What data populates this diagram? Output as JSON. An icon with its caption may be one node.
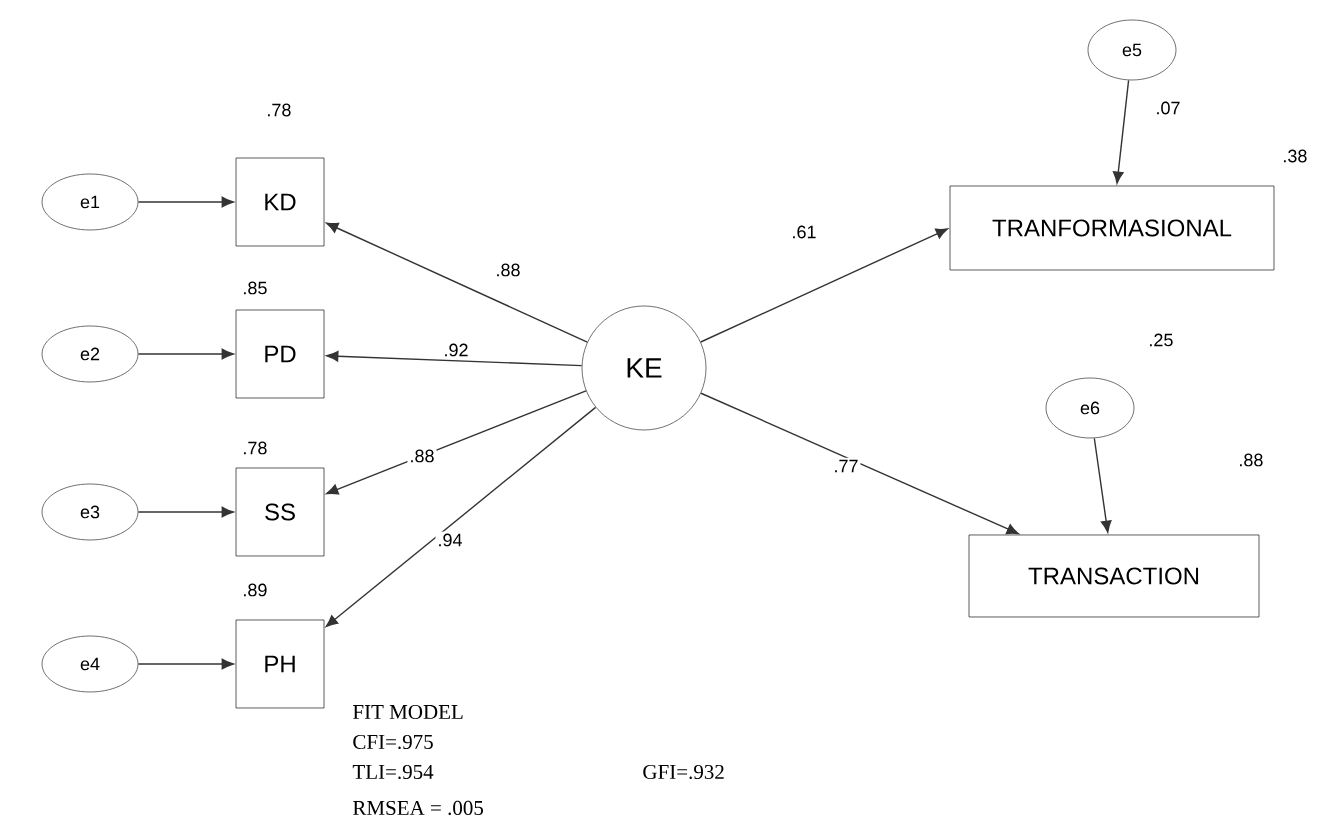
{
  "diagram": {
    "nodes": [
      {
        "text": [
          "e1"
        ]
      },
      {
        "text": [
          "e2"
        ]
      },
      {
        "text": [
          "e3"
        ]
      },
      {
        "text": [
          "e4"
        ]
      },
      {
        "text": [
          "KD"
        ],
        "beside": [
          ".78"
        ]
      },
      {
        "text": [
          "PD"
        ],
        "beside": [
          ".85"
        ]
      },
      {
        "text": [
          "SS"
        ],
        "beside": [
          ".78"
        ]
      },
      {
        "text": [
          "PH"
        ],
        "beside": [
          ".89"
        ]
      },
      {
        "text": [
          "KE"
        ]
      },
      {
        "text": [
          "TRANFORMASIONAL"
        ],
        "beside": [
          ".38"
        ]
      },
      {
        "text": [
          "TRANSACTION"
        ]
      },
      {
        "text": [
          "e5"
        ]
      },
      {
        "text": [
          "e6"
        ]
      }
    ],
    "edges": [
      {
        "from": 0,
        "to": 4,
        "arrow": "to"
      },
      {
        "from": 1,
        "to": 5,
        "arrow": "to"
      },
      {
        "from": 2,
        "to": 6,
        "arrow": "to"
      },
      {
        "from": 3,
        "to": 7,
        "arrow": "to"
      },
      {
        "from": 8,
        "to": 4,
        "arrow": "to",
        "label": ".88"
      },
      {
        "from": 8,
        "to": 5,
        "arrow": "to",
        "label": ".92"
      },
      {
        "from": 8,
        "to": 6,
        "arrow": "to",
        "label": ".88"
      },
      {
        "from": 8,
        "to": 7,
        "arrow": "to",
        "label": ".94"
      },
      {
        "from": 8,
        "to": 9,
        "arrow": "to",
        "label": ".61"
      },
      {
        "from": 8,
        "to": 10,
        "arrow": "to",
        "label": ".77"
      },
      {
        "from": 11,
        "to": 9,
        "arrow": "to",
        "label": ".07"
      },
      {
        "from": 12,
        "to": 10,
        "arrow": "to"
      }
    ],
    "labels": [
      ".25",
      ".88",
      "FIT MODEL",
      "CFI=.975",
      "TLI=.954",
      "GFI=.932",
      "RMSEA = .005"
    ]
  }
}
